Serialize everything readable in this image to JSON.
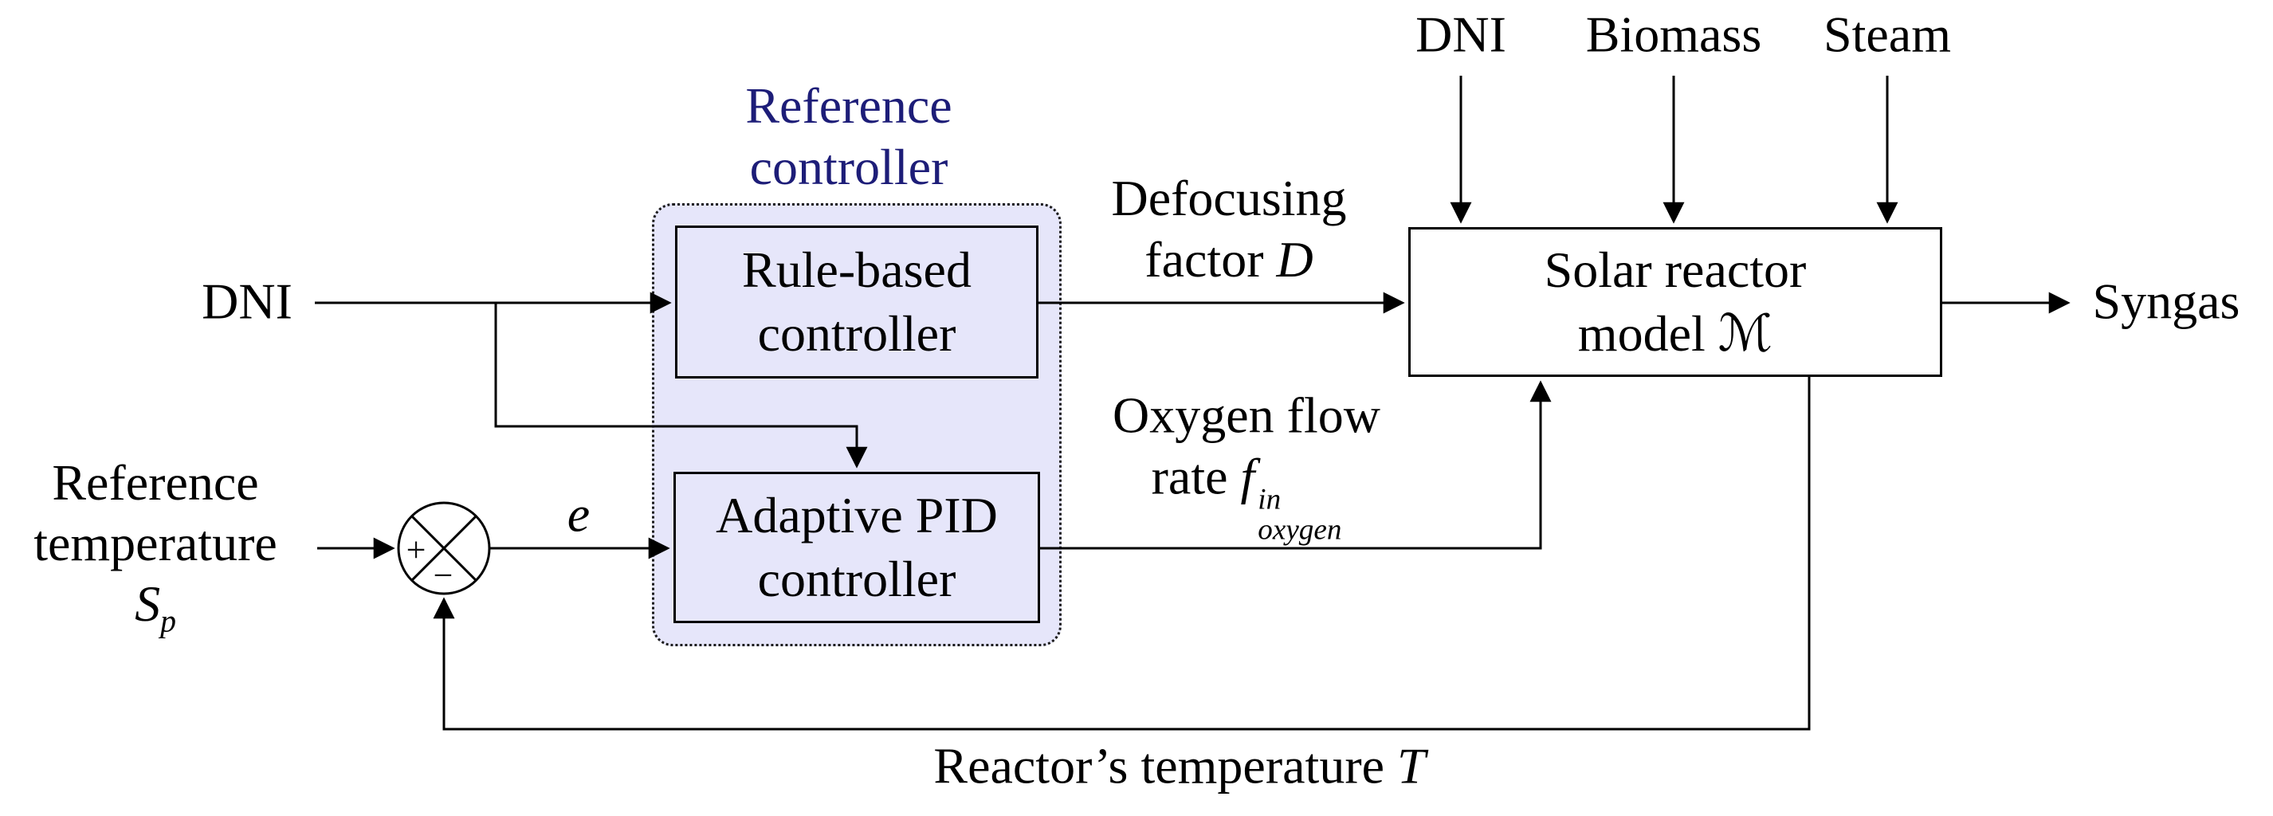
{
  "diagram": {
    "top_inputs": {
      "dni": "DNI",
      "biomass": "Biomass",
      "steam": "Steam"
    },
    "left_input": {
      "dni": "DNI"
    },
    "reference_temperature": {
      "line1": "Reference",
      "line2": "temperature",
      "symbol": "S",
      "subscript": "p"
    },
    "sum_junction": {
      "plus": "+",
      "minus": "−"
    },
    "error_signal": {
      "symbol": "e"
    },
    "controller_group": {
      "title_line1": "Reference",
      "title_line2": "controller"
    },
    "rule_based_box": {
      "line1": "Rule-based",
      "line2": "controller"
    },
    "adaptive_pid_box": {
      "line1": "Adaptive PID",
      "line2": "controller"
    },
    "solar_reactor_box": {
      "line1": "Solar reactor",
      "line2_word": "model",
      "line2_symbol": "ℳ"
    },
    "defocusing_signal": {
      "line1": "Defocusing",
      "line2_word": "factor",
      "line2_symbol": "D"
    },
    "oxygen_signal": {
      "line1": "Oxygen flow",
      "line2_word": "rate",
      "symbol": "f",
      "superscript": "in",
      "subscript": "oxygen"
    },
    "output_signal": {
      "label": "Syngas"
    },
    "feedback_signal": {
      "label": "Reactor’s temperature",
      "symbol": "T"
    },
    "colors": {
      "group_fill": "#e6e6fa",
      "group_title_text": "#1d1d78",
      "line": "#000000",
      "box_border": "#000000"
    }
  }
}
